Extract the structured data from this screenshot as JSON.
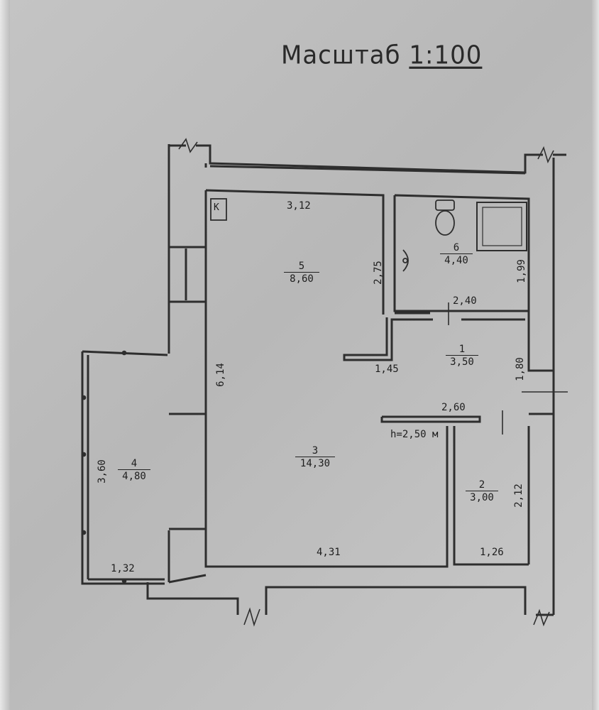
{
  "title": {
    "label": "Масштаб",
    "scale": "1:100"
  },
  "marks": {
    "kitchen_k": "К",
    "height": "h=2,50 м"
  },
  "rooms": [
    {
      "number": "5",
      "area": "8,60"
    },
    {
      "number": "6",
      "area": "4,40"
    },
    {
      "number": "1",
      "area": "3,50"
    },
    {
      "number": "3",
      "area": "14,30"
    },
    {
      "number": "2",
      "area": "3,00"
    },
    {
      "number": "4",
      "area": "4,80"
    }
  ],
  "dimensions": {
    "d_3_12": "3,12",
    "d_2_75": "2,75",
    "d_6_14": "6,14",
    "d_2_40": "2,40",
    "d_1_99": "1,99",
    "d_1_45": "1,45",
    "d_1_80": "1,80",
    "d_2_60": "2,60",
    "d_2_12": "2,12",
    "d_1_26": "1,26",
    "d_4_31": "4,31",
    "d_3_60": "3,60",
    "d_1_32": "1,32"
  },
  "colors": {
    "ink": "#2a2a2a",
    "paper": "#c0c0c0"
  }
}
